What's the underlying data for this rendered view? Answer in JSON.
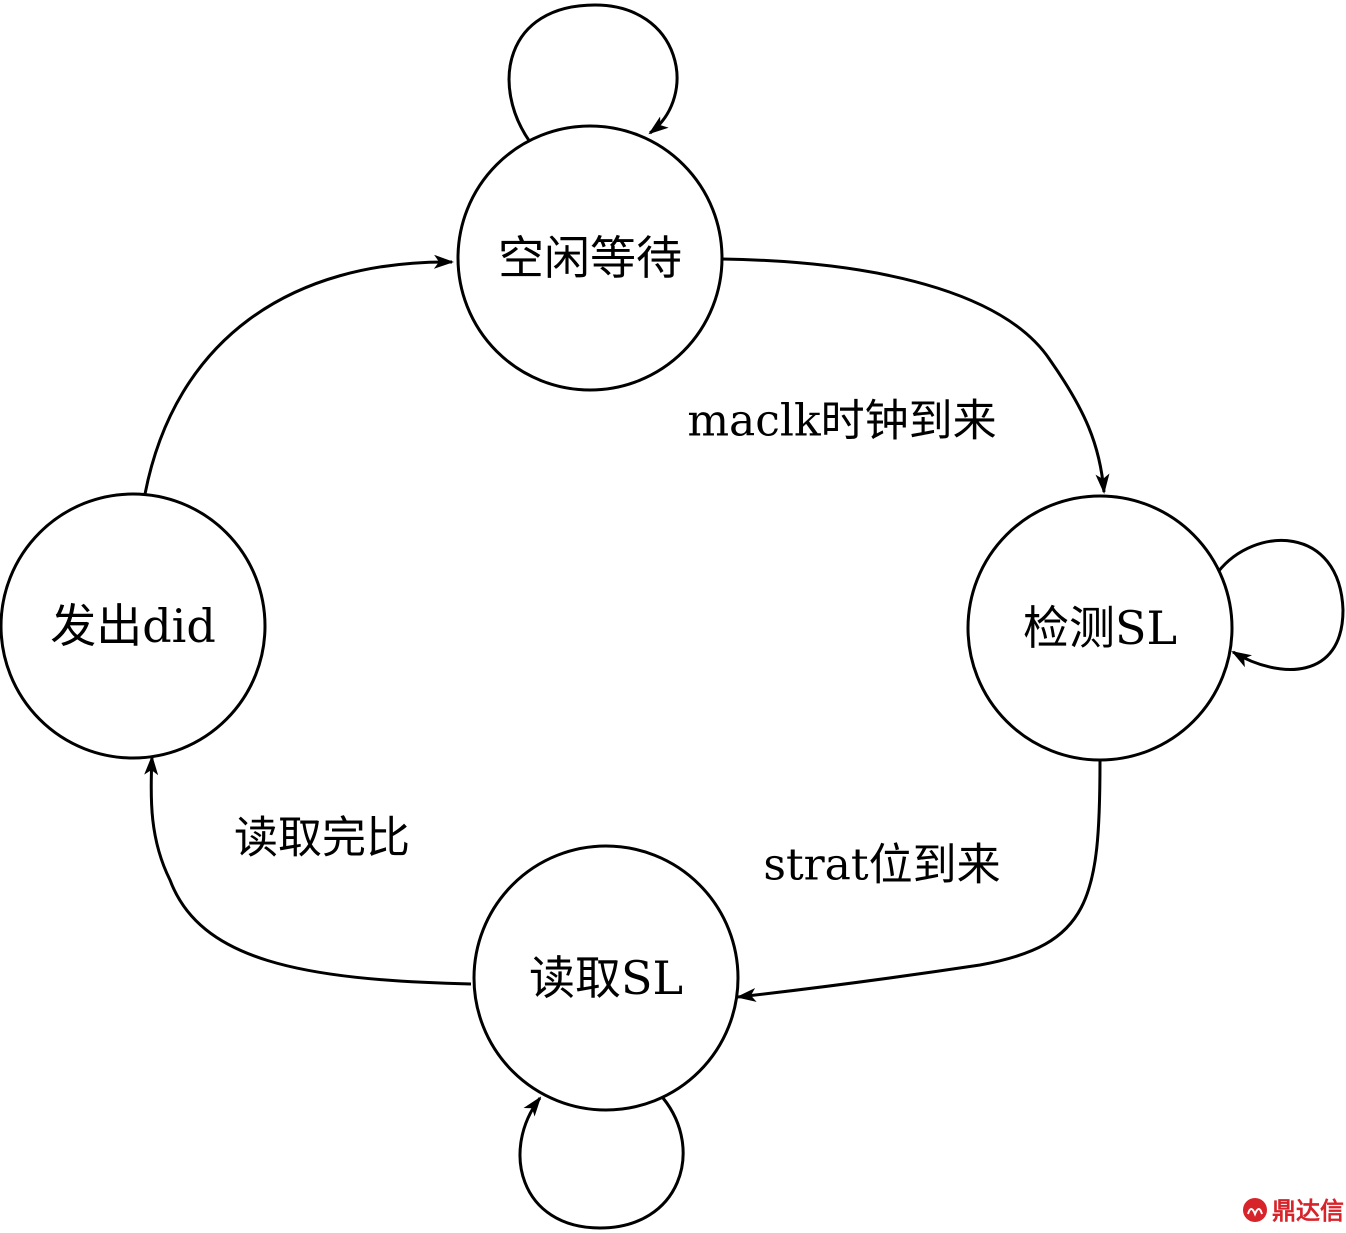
{
  "states": {
    "idle": "空闲等待",
    "detect": "检测SL",
    "read": "读取SL",
    "emit": "发出did"
  },
  "transitions": {
    "idle_to_detect": "maclk时钟到来",
    "detect_to_read": "strat位到来",
    "read_to_emit": "读取完比"
  },
  "watermark": {
    "text": "鼎达信",
    "color": "#d7232a"
  }
}
